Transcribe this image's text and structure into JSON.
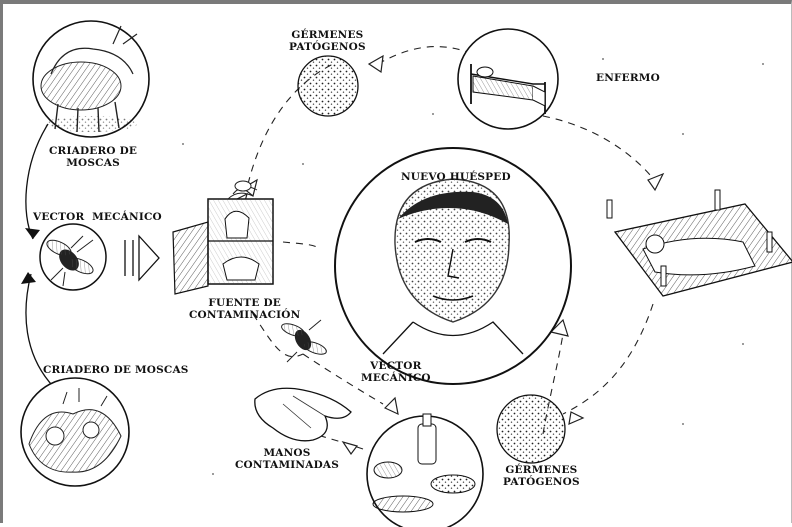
{
  "labels": {
    "germenes_top": [
      "GÉRMENES",
      "PATÓGENOS"
    ],
    "enfermo": "ENFERMO",
    "criadero_top": [
      "CRIADERO DE",
      "MOSCAS"
    ],
    "vector_left": "VECTOR  MECÁNICO",
    "nuevo_huesped": "NUEVO HUÉSPED",
    "fuente": [
      "FUENTE DE",
      "CONTAMINACIÓN"
    ],
    "vector_center": [
      "VECTOR",
      "MECÁNICO"
    ],
    "criadero_bottom": "CRIADERO DE MOSCAS",
    "manos": [
      "MANOS",
      "CONTAMINADAS"
    ],
    "germenes_bottom": [
      "GÉRMENES",
      "PATÓGENOS"
    ]
  },
  "colors": {
    "ink": "#111111",
    "frame": "#7a7a7a"
  }
}
